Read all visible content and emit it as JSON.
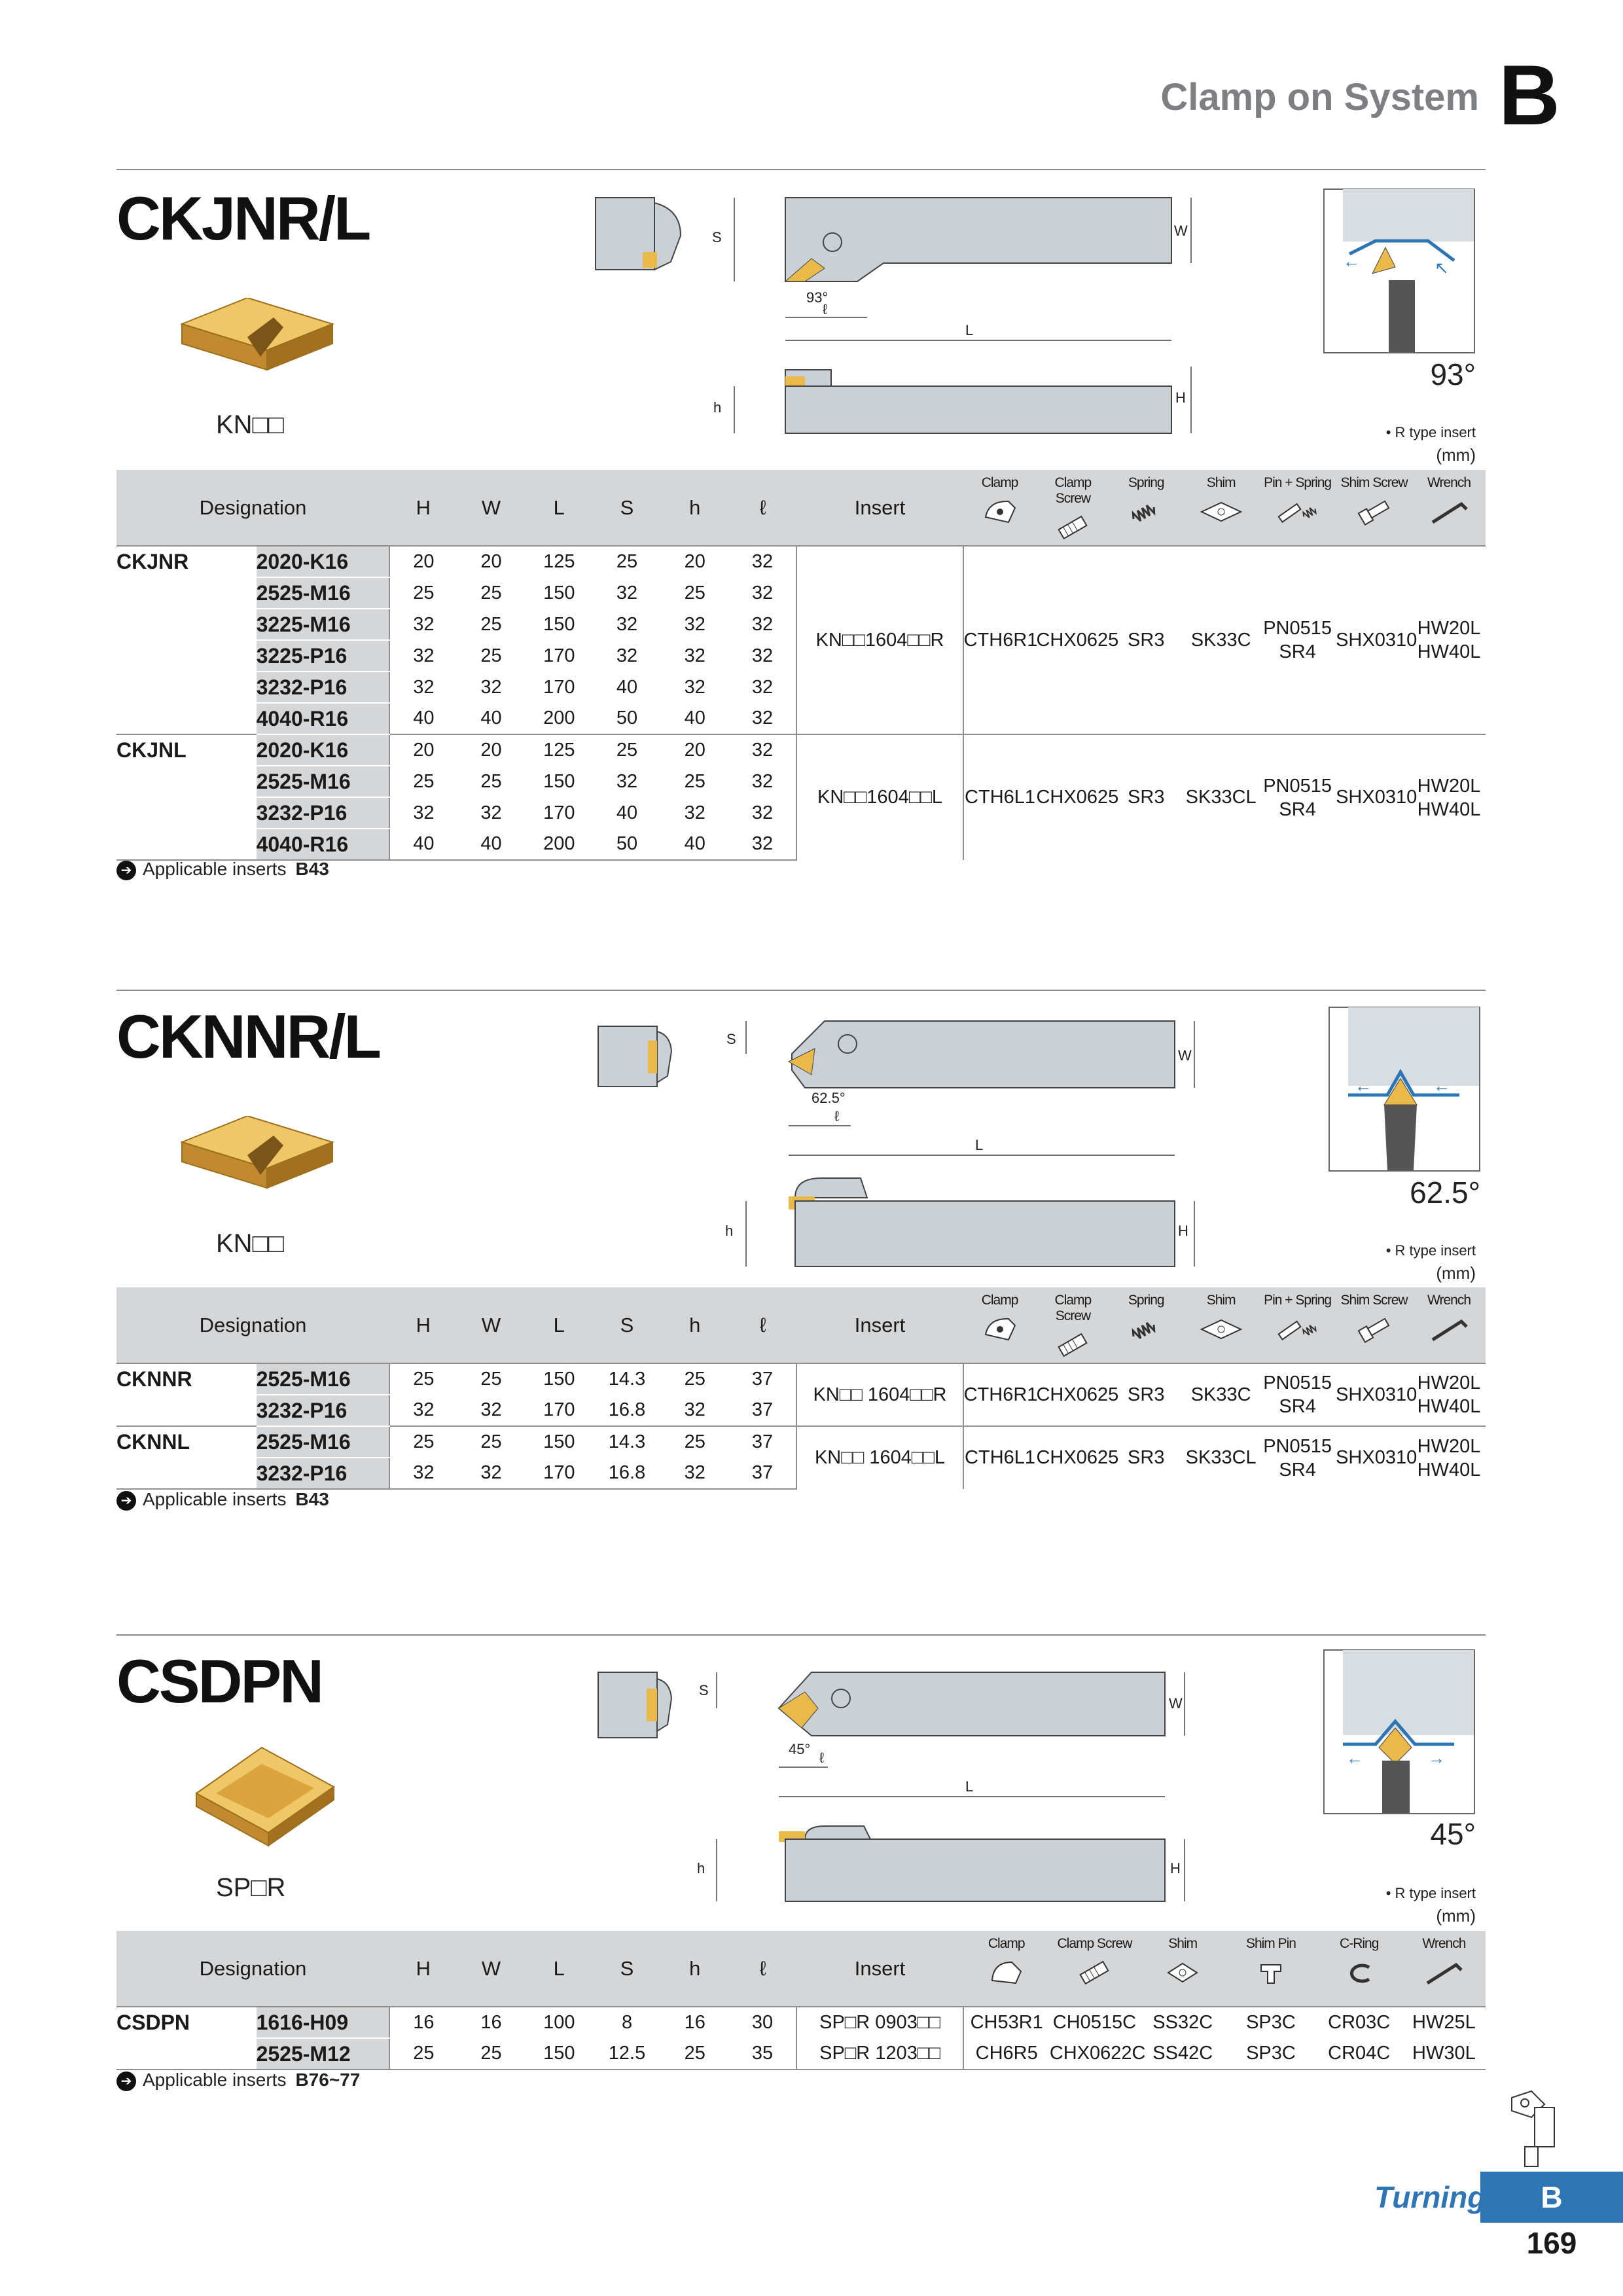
{
  "header": {
    "title": "Clamp on System",
    "letter": "B"
  },
  "accessory_headers_1": [
    "Clamp",
    "Clamp Screw",
    "Spring",
    "Shim",
    "Pin + Spring",
    "Shim Screw",
    "Wrench"
  ],
  "accessory_headers_3": [
    "Clamp",
    "Clamp Screw",
    "Shim",
    "Shim Pin",
    "C-Ring",
    "Wrench"
  ],
  "columns": {
    "designation": "Designation",
    "H": "H",
    "W": "W",
    "L": "L",
    "S": "S",
    "h": "h",
    "l": "ℓ",
    "insert": "Insert"
  },
  "sections": [
    {
      "title": "CKJNR/L",
      "insert_code": "KN□□",
      "angle": "93°",
      "rtype": "• R type insert",
      "unit": "(mm)",
      "groups": [
        {
          "family": "CKJNR",
          "insert": "KN□□1604□□R",
          "clamp": "CTH6R1",
          "clamp_screw": "CHX0625",
          "spring": "SR3",
          "shim": "SK33C",
          "pin_spring_1": "PN0515",
          "pin_spring_2": "SR4",
          "shim_screw": "SHX0310",
          "wrench_1": "HW20L",
          "wrench_2": "HW40L",
          "rows": [
            {
              "des": "2020-K16",
              "H": "20",
              "W": "20",
              "L": "125",
              "S": "25",
              "h": "20",
              "l": "32"
            },
            {
              "des": "2525-M16",
              "H": "25",
              "W": "25",
              "L": "150",
              "S": "32",
              "h": "25",
              "l": "32"
            },
            {
              "des": "3225-M16",
              "H": "32",
              "W": "25",
              "L": "150",
              "S": "32",
              "h": "32",
              "l": "32"
            },
            {
              "des": "3225-P16",
              "H": "32",
              "W": "25",
              "L": "170",
              "S": "32",
              "h": "32",
              "l": "32"
            },
            {
              "des": "3232-P16",
              "H": "32",
              "W": "32",
              "L": "170",
              "S": "40",
              "h": "32",
              "l": "32"
            },
            {
              "des": "4040-R16",
              "H": "40",
              "W": "40",
              "L": "200",
              "S": "50",
              "h": "40",
              "l": "32"
            }
          ]
        },
        {
          "family": "CKJNL",
          "insert": "KN□□1604□□L",
          "clamp": "CTH6L1",
          "clamp_screw": "CHX0625",
          "spring": "SR3",
          "shim": "SK33CL",
          "pin_spring_1": "PN0515",
          "pin_spring_2": "SR4",
          "shim_screw": "SHX0310",
          "wrench_1": "HW20L",
          "wrench_2": "HW40L",
          "rows": [
            {
              "des": "2020-K16",
              "H": "20",
              "W": "20",
              "L": "125",
              "S": "25",
              "h": "20",
              "l": "32"
            },
            {
              "des": "2525-M16",
              "H": "25",
              "W": "25",
              "L": "150",
              "S": "32",
              "h": "25",
              "l": "32"
            },
            {
              "des": "3232-P16",
              "H": "32",
              "W": "32",
              "L": "170",
              "S": "40",
              "h": "32",
              "l": "32"
            },
            {
              "des": "4040-R16",
              "H": "40",
              "W": "40",
              "L": "200",
              "S": "50",
              "h": "40",
              "l": "32"
            }
          ]
        }
      ],
      "applicable": {
        "label": "Applicable inserts",
        "ref": "B43"
      }
    },
    {
      "title": "CKNNR/L",
      "insert_code": "KN□□",
      "angle": "62.5°",
      "rtype": "• R type insert",
      "unit": "(mm)",
      "groups": [
        {
          "family": "CKNNR",
          "insert": "KN□□ 1604□□R",
          "clamp": "CTH6R1",
          "clamp_screw": "CHX0625",
          "spring": "SR3",
          "shim": "SK33C",
          "pin_spring_1": "PN0515",
          "pin_spring_2": "SR4",
          "shim_screw": "SHX0310",
          "wrench_1": "HW20L",
          "wrench_2": "HW40L",
          "rows": [
            {
              "des": "2525-M16",
              "H": "25",
              "W": "25",
              "L": "150",
              "S": "14.3",
              "h": "25",
              "l": "37"
            },
            {
              "des": "3232-P16",
              "H": "32",
              "W": "32",
              "L": "170",
              "S": "16.8",
              "h": "32",
              "l": "37"
            }
          ]
        },
        {
          "family": "CKNNL",
          "insert": "KN□□ 1604□□L",
          "clamp": "CTH6L1",
          "clamp_screw": "CHX0625",
          "spring": "SR3",
          "shim": "SK33CL",
          "pin_spring_1": "PN0515",
          "pin_spring_2": "SR4",
          "shim_screw": "SHX0310",
          "wrench_1": "HW20L",
          "wrench_2": "HW40L",
          "rows": [
            {
              "des": "2525-M16",
              "H": "25",
              "W": "25",
              "L": "150",
              "S": "14.3",
              "h": "25",
              "l": "37"
            },
            {
              "des": "3232-P16",
              "H": "32",
              "W": "32",
              "L": "170",
              "S": "16.8",
              "h": "32",
              "l": "37"
            }
          ]
        }
      ],
      "applicable": {
        "label": "Applicable inserts",
        "ref": "B43"
      }
    },
    {
      "title": "CSDPN",
      "insert_code": "SP□R",
      "angle": "45°",
      "rtype": "• R type insert",
      "unit": "(mm)",
      "family": "CSDPN",
      "rows": [
        {
          "des": "1616-H09",
          "H": "16",
          "W": "16",
          "L": "100",
          "S": "8",
          "h": "16",
          "l": "30",
          "insert": "SP□R 0903□□",
          "clamp": "CH53R1",
          "clamp_screw": "CH0515C",
          "shim": "SS32C",
          "shim_pin": "SP3C",
          "c_ring": "CR03C",
          "wrench": "HW25L"
        },
        {
          "des": "2525-M12",
          "H": "25",
          "W": "25",
          "L": "150",
          "S": "12.5",
          "h": "25",
          "l": "35",
          "insert": "SP□R 1203□□",
          "clamp": "CH6R5",
          "clamp_screw": "CHX0622C",
          "shim": "SS42C",
          "shim_pin": "SP3C",
          "c_ring": "CR04C",
          "wrench": "HW30L"
        }
      ],
      "applicable": {
        "label": "Applicable inserts",
        "ref": "B76~77"
      }
    }
  ],
  "footer": {
    "category": "Turning",
    "tab": "B",
    "page": "169"
  },
  "colors": {
    "holder": "#c9d1d6",
    "insert_gold": "#e9b94a",
    "accent_blue": "#2e75b6",
    "header_gray": "#7d7f82",
    "table_header": "#d5d6d8"
  }
}
